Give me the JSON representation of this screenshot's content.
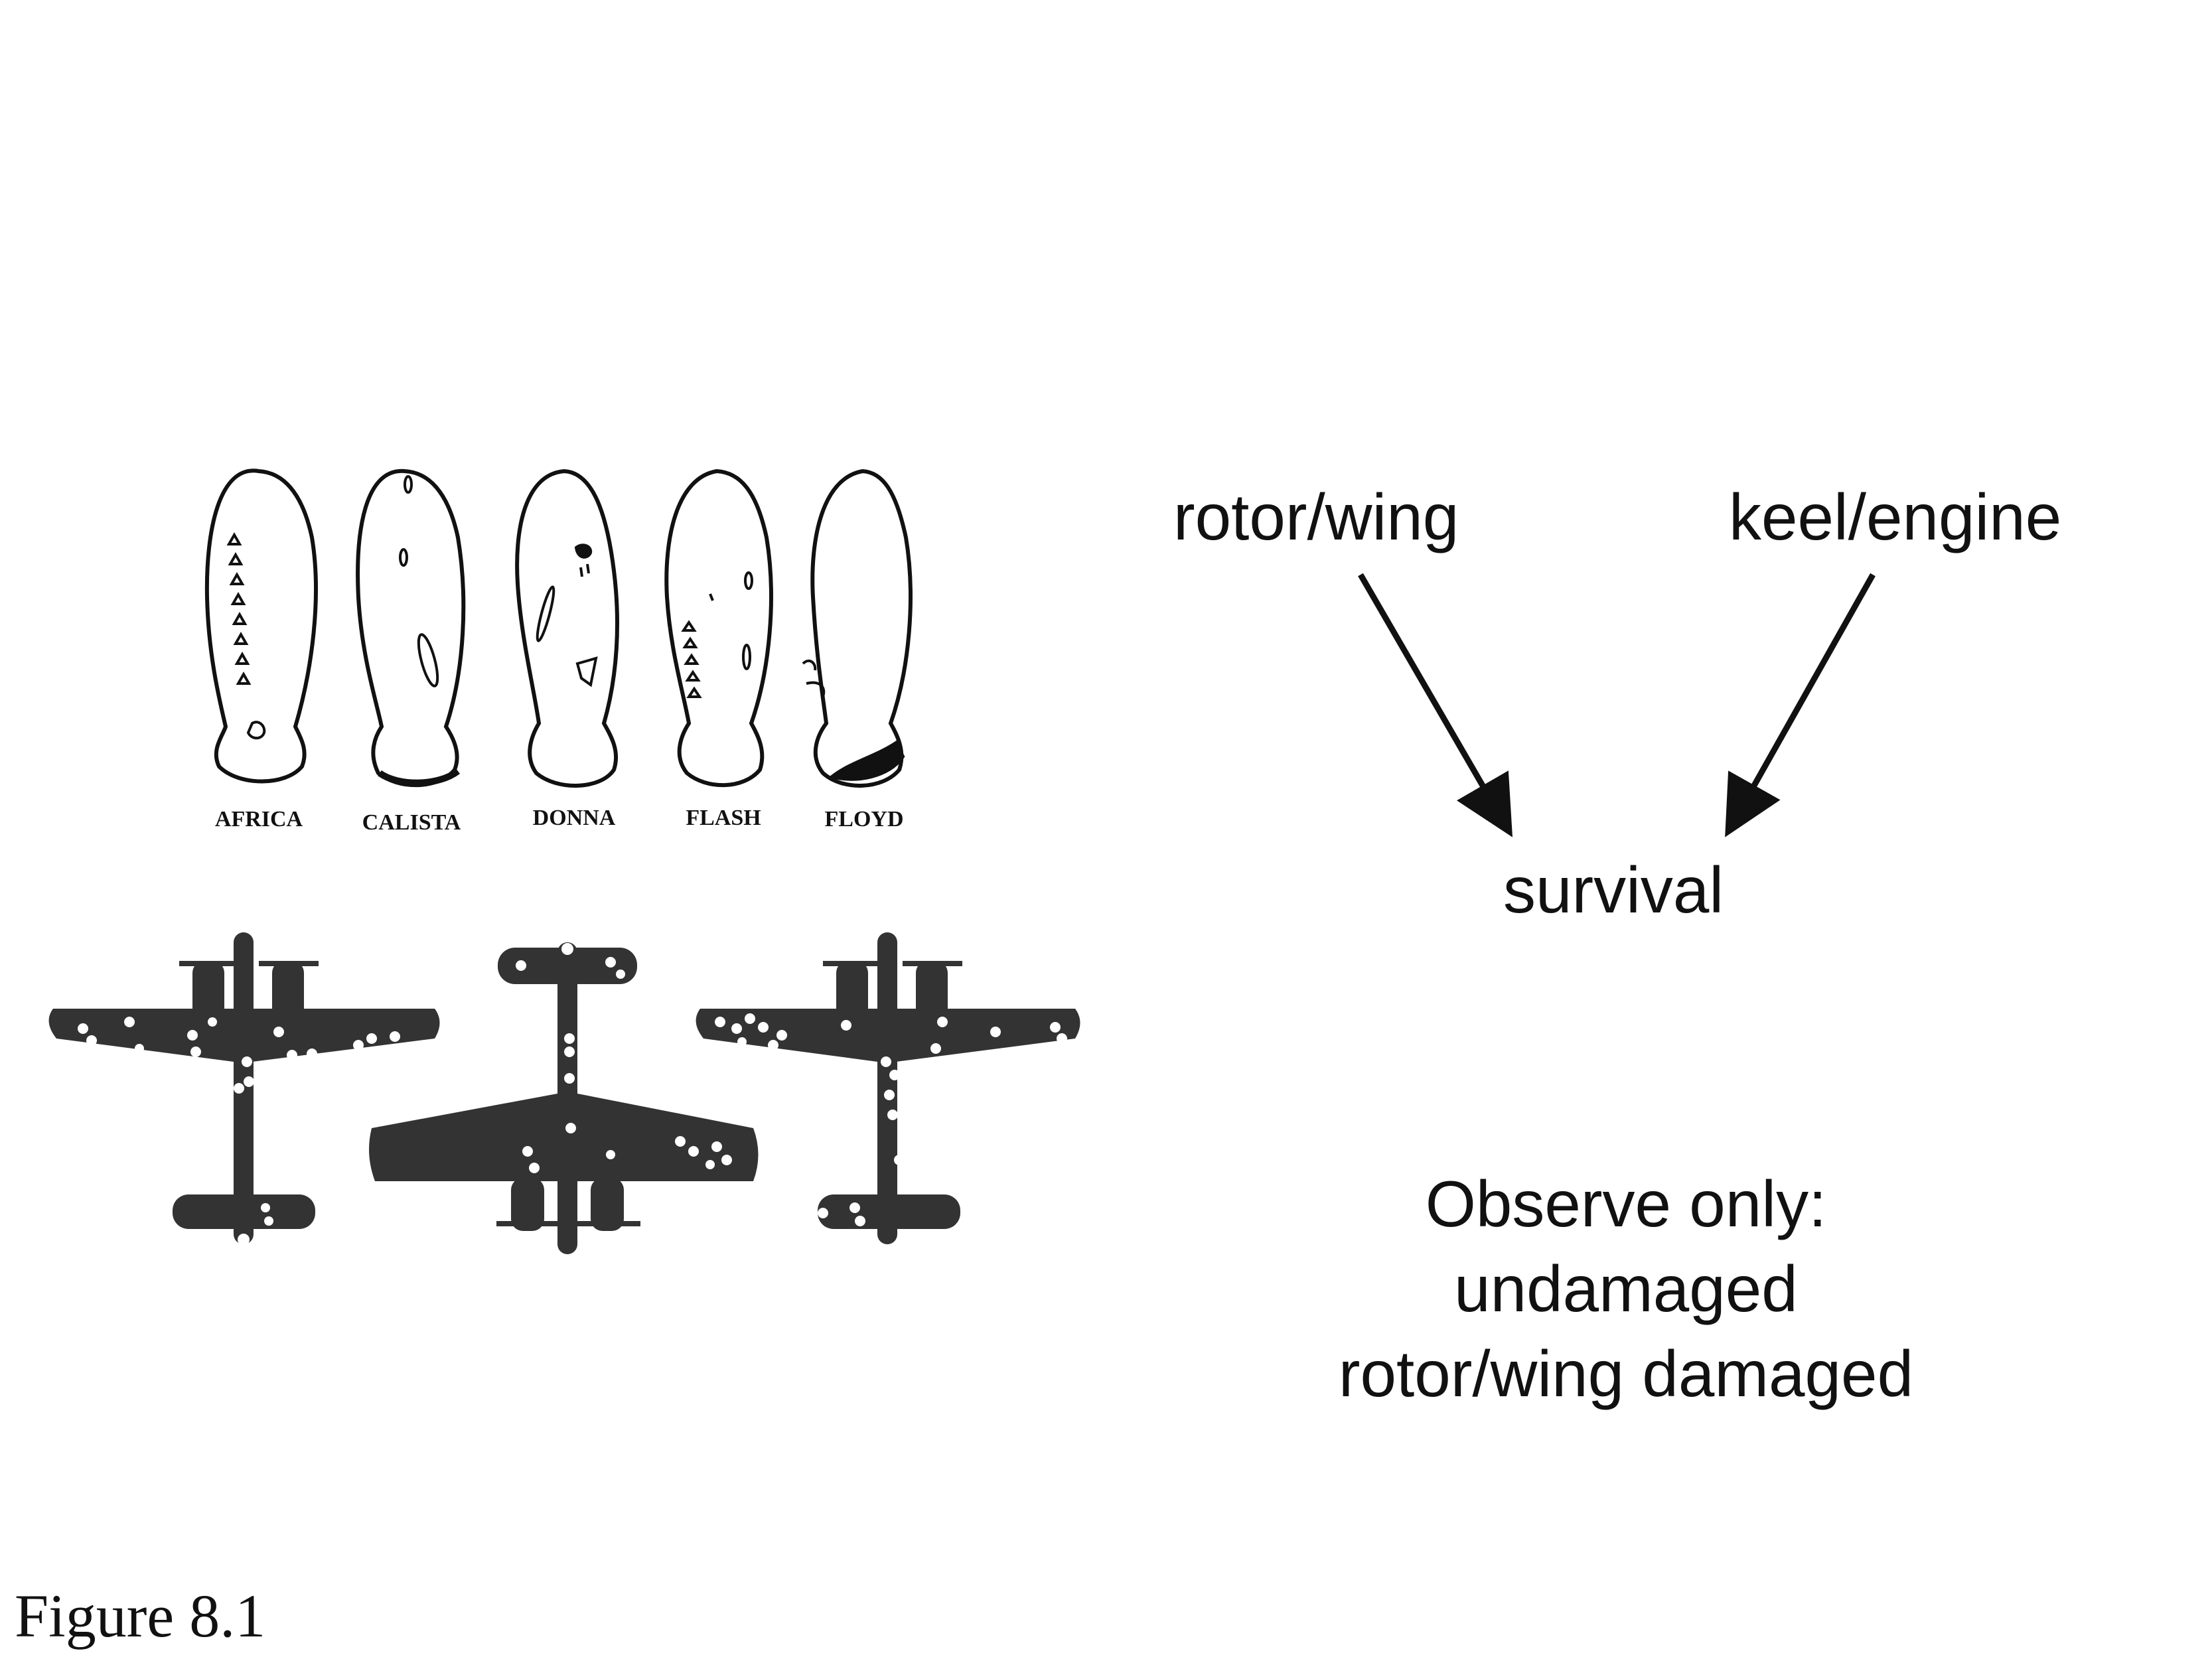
{
  "diagram": {
    "nodes": {
      "rotor_wing": "rotor/wing",
      "keel_engine": "keel/engine",
      "survival": "survival"
    },
    "edges": [
      {
        "from": "rotor/wing",
        "to": "survival"
      },
      {
        "from": "keel/engine",
        "to": "survival"
      }
    ],
    "observe": {
      "line1": "Observe only:",
      "line2": "undamaged",
      "line3": "rotor/wing damaged"
    }
  },
  "specimens": {
    "labels": [
      "AFRICA",
      "CALISTA",
      "DONNA",
      "FLASH",
      "FLOYD"
    ]
  },
  "caption": "Figure 8.1"
}
